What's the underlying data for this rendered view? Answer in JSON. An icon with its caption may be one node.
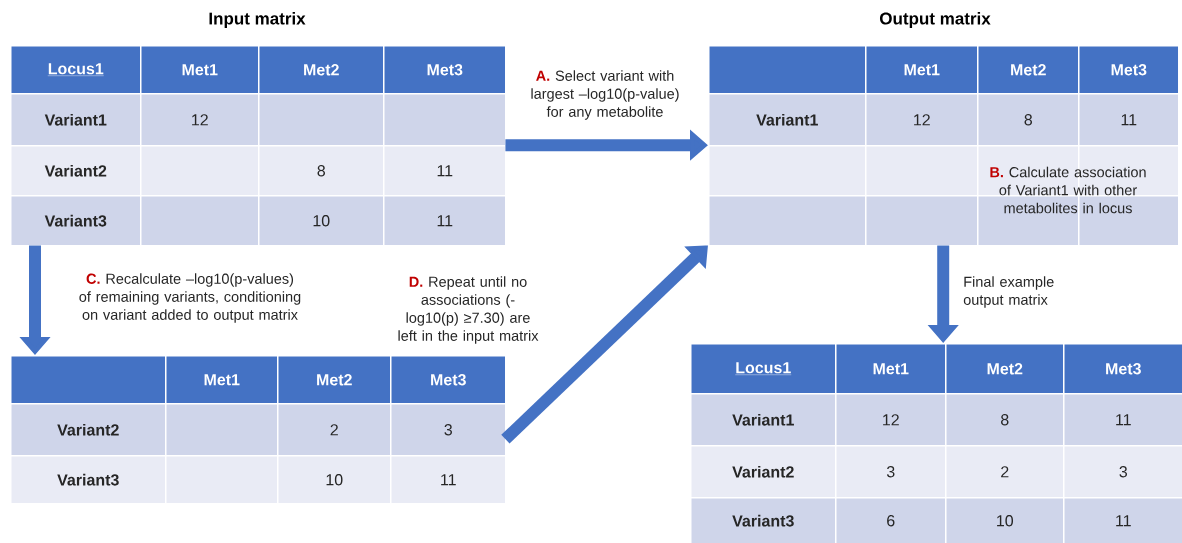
{
  "diagram": {
    "nodes": [
      {
        "text": [
          "Input matrix",
          "Locus1",
          "Met1",
          "Met2",
          "Met3",
          "Variant1",
          "12",
          "Variant2",
          "8",
          "11",
          "Variant3",
          "10",
          "11"
        ]
      },
      {
        "text": [
          "Output matrix",
          "Met1",
          "Met2",
          "Met3",
          "Variant1",
          "12",
          "8",
          "11"
        ]
      },
      {
        "text": [
          "Met1",
          "Met2",
          "Met3",
          "Variant2",
          "2",
          "3",
          "Variant3",
          "10",
          "11"
        ]
      },
      {
        "text": [
          "Locus1",
          "Met1",
          "Met2",
          "Met3",
          "Variant1",
          "12",
          "8",
          "11",
          "Variant2",
          "3",
          "2",
          "3",
          "Variant3",
          "6",
          "10",
          "11"
        ]
      }
    ],
    "edges": [
      {
        "from": 0,
        "to": 1,
        "arrow": "to",
        "label": "**A.** Select variant with largest –log10(p-value) for any metabolite"
      },
      {
        "from": 0,
        "to": 2,
        "arrow": "to",
        "label": "**C.** Recalculate –log10(p-values) of remaining variants, conditioning on variant added to output matrix"
      },
      {
        "from": 2,
        "to": 1,
        "arrow": "to",
        "label": "**D.** Repeat until no associations (-log10(p) ≥7.30) are left in the input matrix"
      },
      {
        "from": 1,
        "to": 3,
        "arrow": "to",
        "label": "Final example output matrix"
      }
    ],
    "labels": [
      "**B.** Calculate association of Variant1 with other metabolites in locus"
    ]
  }
}
